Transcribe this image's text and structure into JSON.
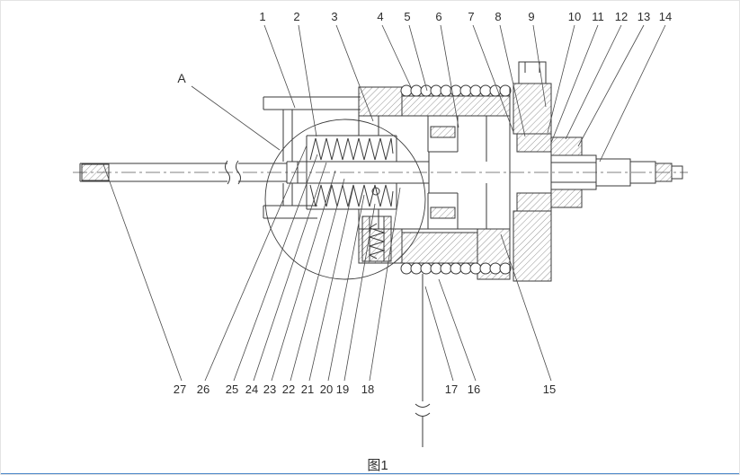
{
  "figure": {
    "caption": "图1",
    "detail_label": "A"
  },
  "callouts": {
    "top": [
      "1",
      "2",
      "3",
      "4",
      "5",
      "6",
      "7",
      "8",
      "9",
      "10",
      "11",
      "12",
      "13",
      "14"
    ],
    "bottom": [
      "27",
      "26",
      "25",
      "24",
      "23",
      "22",
      "21",
      "20",
      "19",
      "18",
      "17",
      "16",
      "15"
    ]
  },
  "colors": {
    "line": "#3a3a3a",
    "accent_bar": "#4a86c8",
    "background": "#ffffff"
  }
}
